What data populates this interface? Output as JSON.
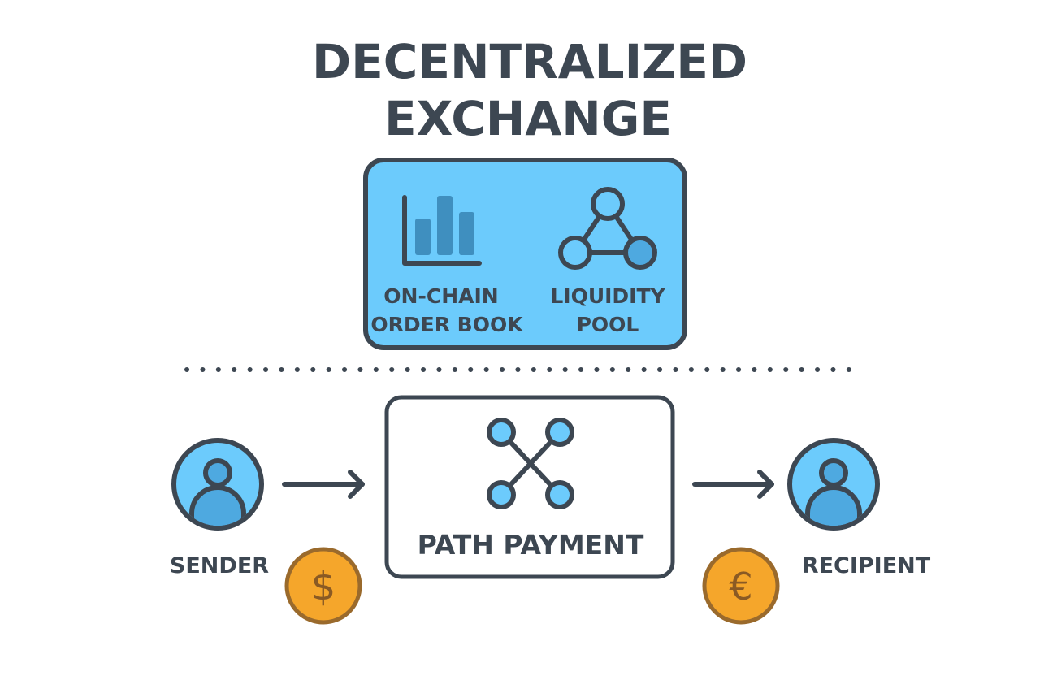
{
  "title": {
    "line1": "DECENTRALIZED",
    "line2": "EXCHANGE"
  },
  "exchange_box": {
    "order_book": {
      "line1": "ON-CHAIN",
      "line2": "ORDER BOOK",
      "icon": "bar-chart-icon"
    },
    "liquidity_pool": {
      "line1": "LIQUIDITY",
      "line2": "POOL",
      "icon": "triangle-network-icon"
    }
  },
  "flow": {
    "sender": {
      "label": "SENDER",
      "icon": "user-icon",
      "coin": "$"
    },
    "path_payment": {
      "label": "PATH PAYMENT",
      "icon": "crossed-network-icon"
    },
    "recipient": {
      "label": "RECIPIENT",
      "icon": "user-icon",
      "coin": "€"
    }
  },
  "colors": {
    "dark": "#3d4752",
    "light_blue": "#6ccbfc",
    "mid_blue": "#4ea9e0",
    "bar_blue": "#3f8fbf",
    "coin": "#f5a62b",
    "coin_border": "#9a6a2c"
  }
}
